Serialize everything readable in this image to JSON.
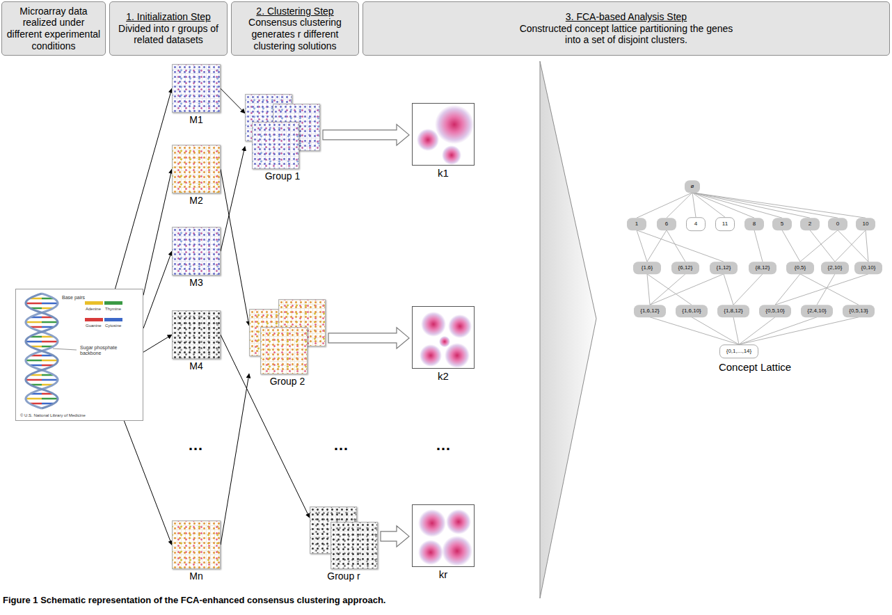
{
  "diagram": {
    "caption": "Figure 1 Schematic representation of the FCA-enhanced consensus clustering approach.",
    "nodes": [
      {
        "text": [
          "Microarray data realized under different experimental conditions"
        ]
      },
      {
        "text": [
          "1. Initialization Step",
          "Divided into r groups of related datasets"
        ]
      },
      {
        "text": [
          "2. Clustering Step",
          "Consensus clustering generates r different clustering solutions"
        ]
      },
      {
        "text": [
          "3. FCA-based Analysis Step",
          "Constructed concept lattice partitioning the genes into a set of disjoint clusters."
        ]
      },
      {
        "text": [
          "Base pairs",
          "Adenine",
          "Thymine",
          "Guanine",
          "Cytosine",
          "Sugar phosphate backbone",
          "© U.S. National Library of Medicine"
        ]
      },
      {
        "text": [
          "M1"
        ]
      },
      {
        "text": [
          "M2"
        ]
      },
      {
        "text": [
          "M3"
        ]
      },
      {
        "text": [
          "M4"
        ]
      },
      {
        "text": [
          "Mn"
        ]
      },
      {
        "text": [
          "Group 1"
        ]
      },
      {
        "text": [
          "Group 2"
        ]
      },
      {
        "text": [
          "Group r"
        ]
      },
      {
        "text": [
          "k1"
        ]
      },
      {
        "text": [
          "k2"
        ]
      },
      {
        "text": [
          "kr"
        ]
      },
      {
        "text": [
          "ø"
        ]
      },
      {
        "text": [
          "1"
        ]
      },
      {
        "text": [
          "6"
        ]
      },
      {
        "text": [
          "4"
        ]
      },
      {
        "text": [
          "11"
        ]
      },
      {
        "text": [
          "8"
        ]
      },
      {
        "text": [
          "5"
        ]
      },
      {
        "text": [
          "2"
        ]
      },
      {
        "text": [
          "0"
        ]
      },
      {
        "text": [
          "10"
        ]
      },
      {
        "text": [
          "{1,6}"
        ]
      },
      {
        "text": [
          "{6,12}"
        ]
      },
      {
        "text": [
          "{1,12}"
        ]
      },
      {
        "text": [
          "{8,12}"
        ]
      },
      {
        "text": [
          "{0,5}"
        ]
      },
      {
        "text": [
          "{2,10}"
        ]
      },
      {
        "text": [
          "{0,10}"
        ]
      },
      {
        "text": [
          "{1,6,12}"
        ]
      },
      {
        "text": [
          "{1,6,10}"
        ]
      },
      {
        "text": [
          "{1,8,12}"
        ]
      },
      {
        "text": [
          "{0,5,10}"
        ]
      },
      {
        "text": [
          "{2,4,10}"
        ]
      },
      {
        "text": [
          "{0,5,13}"
        ]
      },
      {
        "text": [
          "{0,1,...,14}"
        ]
      }
    ],
    "edges": [
      {
        "from": 4,
        "to": 5,
        "arrow": "to"
      },
      {
        "from": 4,
        "to": 6,
        "arrow": "to"
      },
      {
        "from": 4,
        "to": 7,
        "arrow": "to"
      },
      {
        "from": 4,
        "to": 8,
        "arrow": "to"
      },
      {
        "from": 4,
        "to": 9,
        "arrow": "to"
      },
      {
        "from": 5,
        "to": 10,
        "arrow": "to"
      },
      {
        "from": 7,
        "to": 10,
        "arrow": "to"
      },
      {
        "from": 6,
        "to": 11,
        "arrow": "to"
      },
      {
        "from": 9,
        "to": 11,
        "arrow": "to"
      },
      {
        "from": 8,
        "to": 12,
        "arrow": "to"
      },
      {
        "from": 10,
        "to": 13,
        "arrow": "to"
      },
      {
        "from": 11,
        "to": 14,
        "arrow": "to"
      },
      {
        "from": 12,
        "to": 15,
        "arrow": "to"
      },
      {
        "from": 16,
        "to": 17,
        "arrow": "none"
      },
      {
        "from": 16,
        "to": 18,
        "arrow": "none"
      },
      {
        "from": 16,
        "to": 19,
        "arrow": "none"
      },
      {
        "from": 16,
        "to": 20,
        "arrow": "none"
      },
      {
        "from": 16,
        "to": 21,
        "arrow": "none"
      },
      {
        "from": 16,
        "to": 22,
        "arrow": "none"
      },
      {
        "from": 16,
        "to": 23,
        "arrow": "none"
      },
      {
        "from": 16,
        "to": 24,
        "arrow": "none"
      },
      {
        "from": 16,
        "to": 25,
        "arrow": "none"
      },
      {
        "from": 17,
        "to": 26,
        "arrow": "none"
      },
      {
        "from": 17,
        "to": 28,
        "arrow": "none"
      },
      {
        "from": 18,
        "to": 26,
        "arrow": "none"
      },
      {
        "from": 18,
        "to": 27,
        "arrow": "none"
      },
      {
        "from": 21,
        "to": 29,
        "arrow": "none"
      },
      {
        "from": 22,
        "to": 30,
        "arrow": "none"
      },
      {
        "from": 23,
        "to": 31,
        "arrow": "none"
      },
      {
        "from": 24,
        "to": 30,
        "arrow": "none"
      },
      {
        "from": 24,
        "to": 32,
        "arrow": "none"
      },
      {
        "from": 25,
        "to": 31,
        "arrow": "none"
      },
      {
        "from": 25,
        "to": 32,
        "arrow": "none"
      },
      {
        "from": 26,
        "to": 33,
        "arrow": "none"
      },
      {
        "from": 27,
        "to": 33,
        "arrow": "none"
      },
      {
        "from": 28,
        "to": 33,
        "arrow": "none"
      },
      {
        "from": 26,
        "to": 34,
        "arrow": "none"
      },
      {
        "from": 28,
        "to": 35,
        "arrow": "none"
      },
      {
        "from": 29,
        "to": 35,
        "arrow": "none"
      },
      {
        "from": 30,
        "to": 36,
        "arrow": "none"
      },
      {
        "from": 32,
        "to": 36,
        "arrow": "none"
      },
      {
        "from": 31,
        "to": 37,
        "arrow": "none"
      },
      {
        "from": 30,
        "to": 38,
        "arrow": "none"
      },
      {
        "from": 33,
        "to": 39,
        "arrow": "none"
      },
      {
        "from": 34,
        "to": 39,
        "arrow": "none"
      },
      {
        "from": 35,
        "to": 39,
        "arrow": "none"
      },
      {
        "from": 36,
        "to": 39,
        "arrow": "none"
      },
      {
        "from": 37,
        "to": 39,
        "arrow": "none"
      },
      {
        "from": 38,
        "to": 39,
        "arrow": "none"
      }
    ],
    "labels": [
      "…",
      "…",
      "…",
      "Concept Lattice"
    ]
  }
}
